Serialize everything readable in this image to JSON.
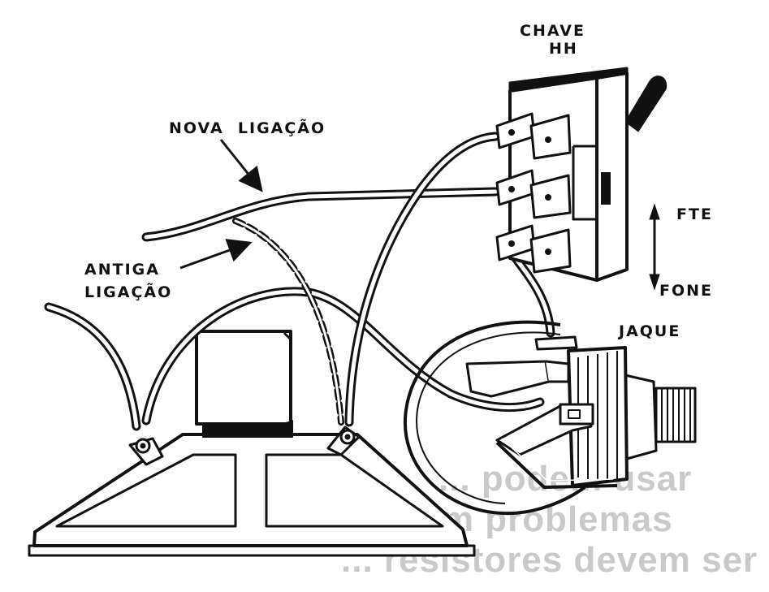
{
  "labels": {
    "switch_line1": "CHAVE",
    "switch_line2": "HH",
    "new_connection": "NOVA  LIGAÇÃO",
    "old_connection_line1": "ANTIGA",
    "old_connection_line2": "LIGAÇÃO",
    "speaker_position": "FTE",
    "headphone_position": "FONE",
    "jack": "JAQUE"
  },
  "bleed_through": {
    "line1": "... podem usar",
    "line2": "... sem problemas",
    "line3": "... resistores devem ser"
  },
  "colors": {
    "ink": "#111111",
    "paper": "#ffffff",
    "bleed": "#c9c9c9"
  }
}
